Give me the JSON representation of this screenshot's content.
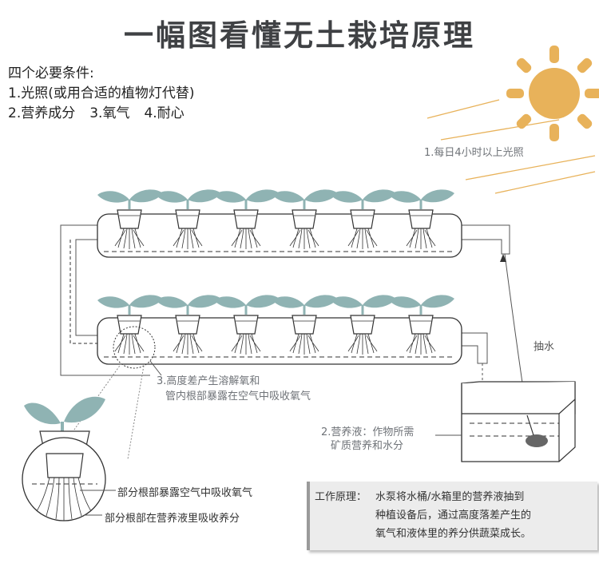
{
  "title": "一幅图看懂无土栽培原理",
  "conditions": {
    "header": "四个必要条件:",
    "item1": "1.光照(或用合适的植物灯代替)",
    "item2": "2.营养成分",
    "item3": "3.氧气",
    "item4": "4.耐心"
  },
  "labels": {
    "sunlight": "1.每日4小时以上光照",
    "pump": "抽水",
    "oxygen_line1": "3.高度差产生溶解氧和",
    "oxygen_line2": "管内根部暴露在空气中吸收氧气",
    "nutrient_line1": "2.营养液：作物所需",
    "nutrient_line2": "矿质营养和水分",
    "roots_air": "部分根部暴露空气中吸收氧气",
    "roots_liquid": "部分根部在营养液里吸收养分"
  },
  "work_principle": {
    "heading": "工作原理：",
    "line1": "水泵将水桶/水箱里的营养液抽到",
    "line2": "种植设备后，通过高度落差产生的",
    "line3": "氧气和液体里的养分供蔬菜成长。"
  },
  "colors": {
    "leaf": "#8fb3b3",
    "sun": "#e8b25a",
    "line": "#333333",
    "gray_text": "#6f7378"
  },
  "icons": [
    "sun-icon",
    "plant-icon",
    "pump-icon",
    "water-tank-icon",
    "magnifier-circle-icon"
  ]
}
